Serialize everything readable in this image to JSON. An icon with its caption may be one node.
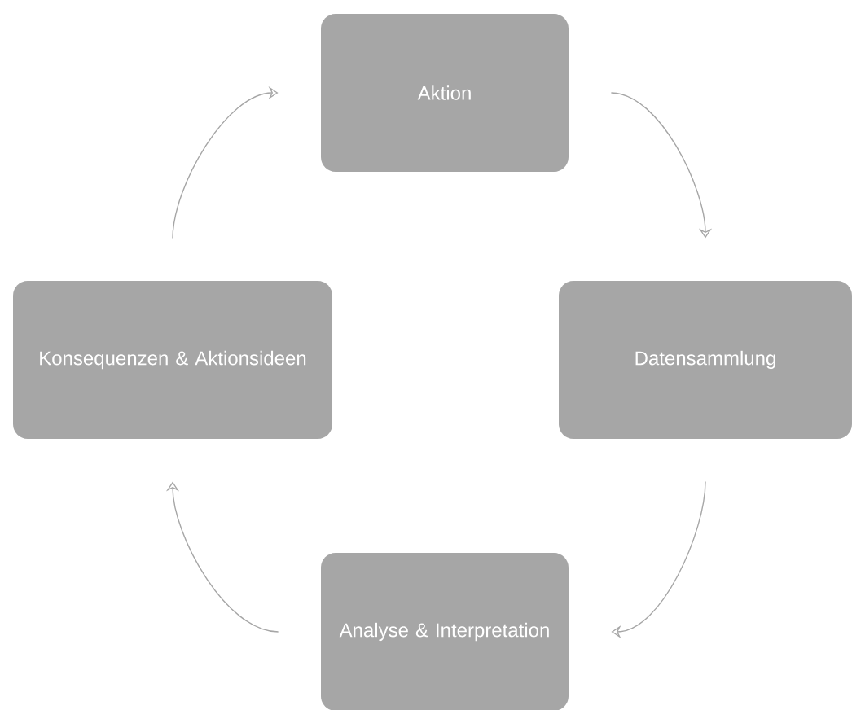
{
  "diagram": {
    "nodes": [
      {
        "text": [
          "Aktion"
        ]
      },
      {
        "text": [
          "Datensammlung"
        ]
      },
      {
        "text": [
          "Analyse & Interpretation"
        ]
      },
      {
        "text": [
          "Konsequenzen & Aktionsideen"
        ]
      }
    ],
    "edges": [
      {
        "from": 0,
        "to": 1,
        "arrow": "to"
      },
      {
        "from": 1,
        "to": 2,
        "arrow": "to"
      },
      {
        "from": 2,
        "to": 3,
        "arrow": "to"
      },
      {
        "from": 3,
        "to": 0,
        "arrow": "to"
      }
    ]
  }
}
